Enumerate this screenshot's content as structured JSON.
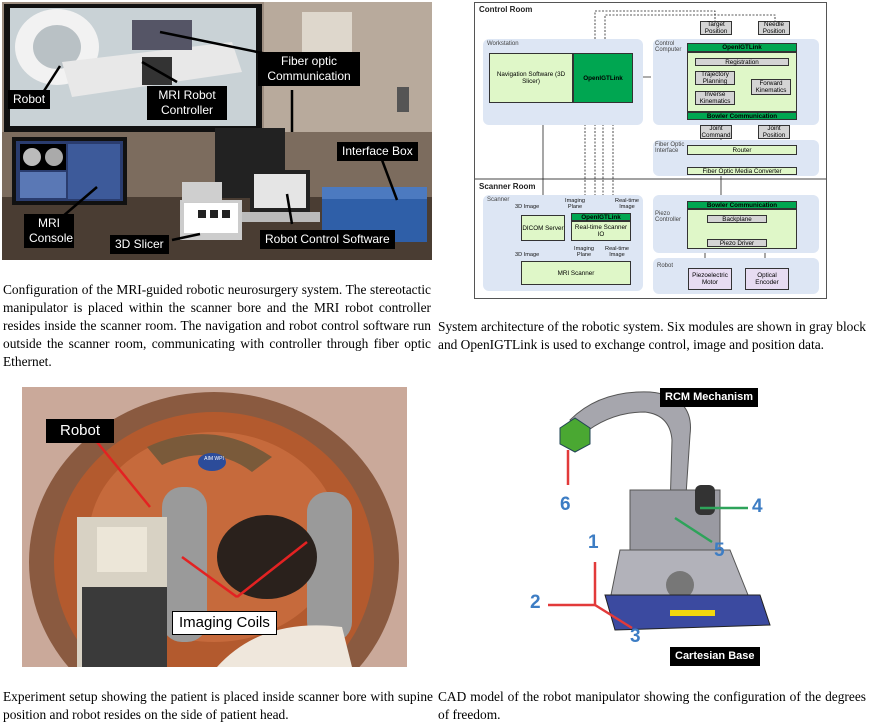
{
  "figures": {
    "room_photo": {
      "labels": {
        "robot": "Robot",
        "mri_robot_controller": "MRI Robot Controller",
        "fiber_optic": "Fiber optic Communication",
        "interface_box": "Interface Box",
        "mri_console": "MRI Console",
        "slicer": "3D Slicer",
        "robot_control_software": "Robot Control Software"
      },
      "caption": "Configuration of the MRI-guided robotic neurosurgery system. The stereotactic manipulator is placed within the scanner bore and the MRI robot controller resides inside the scanner room. The navigation and robot control software run outside the scanner room, communicating with controller through fiber optic Ethernet."
    },
    "architecture": {
      "control_room": "Control Room",
      "scanner_room": "Scanner Room",
      "workstation": "Workstation",
      "control_computer": "Control Computer",
      "fiber_optic_interface": "Fiber Optic Interface",
      "scanner": "Scanner",
      "piezo_controller": "Piezo Controller",
      "robot": "Robot",
      "target_position": "Target Position",
      "needle_position": "Needle Position",
      "nav_software": "Navigation Software (3D Slicer)",
      "openigtlink": "OpenIGTLink",
      "registration": "Registration",
      "trajectory_planning": "Trajectory Planning",
      "inverse_kinematics": "Inverse Kinematics",
      "forward_kinematics": "Forward Kinematics",
      "bowler_communication": "Bowler Communication",
      "joint_command": "Joint Command",
      "joint_position": "Joint Position",
      "router": "Router",
      "fiber_optic_media_converter": "Fiber Optic Media Converter",
      "dicom_server": "DICOM Server",
      "realtime_scanner_io": "Real-time Scanner IO",
      "mri_scanner": "MRI Scanner",
      "backplane": "Backplane",
      "piezo_driver": "Piezo Driver",
      "piezoelectric_motor": "Piezoelectric Motor",
      "optical_encoder": "Optical Encoder",
      "edge_3d_image": "3D Image",
      "edge_imaging_plane": "Imaging Plane",
      "edge_realtime_image": "Real-time Image",
      "caption": "System architecture of the robotic system. Six modules are shown in gray block and OpenIGTLink is used to exchange control, image and position data."
    },
    "bore_photo": {
      "labels": {
        "robot": "Robot",
        "imaging_coils": "Imaging Coils",
        "logo": "AIM WPI"
      },
      "caption": "Experiment setup showing the patient is placed inside scanner bore with supine position and robot resides on the side of patient head."
    },
    "cad": {
      "labels": {
        "rcm": "RCM Mechanism",
        "cartesian_base": "Cartesian Base"
      },
      "dof_numbers": [
        "1",
        "2",
        "3",
        "4",
        "5",
        "6"
      ],
      "caption": "CAD model of the robot manipulator showing the configuration of the degrees of freedom."
    }
  }
}
